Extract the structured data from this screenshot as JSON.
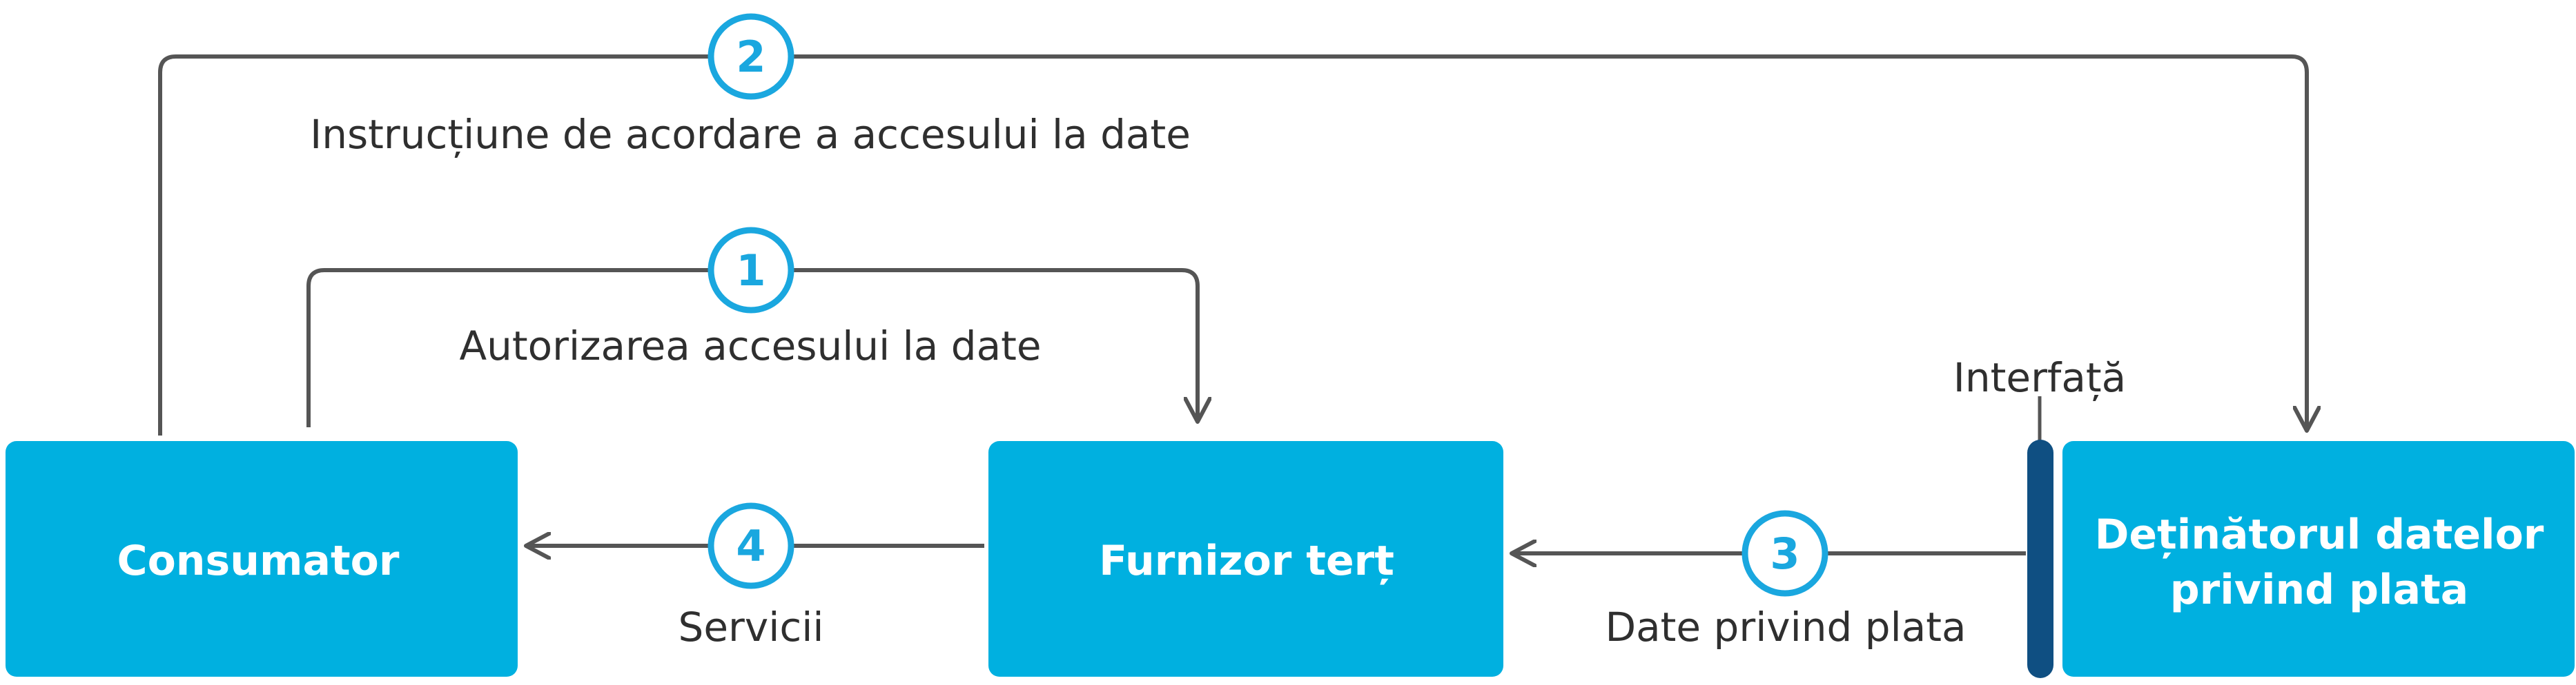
{
  "diagram": {
    "nodes": {
      "consumer": {
        "label": "Consumator"
      },
      "provider": {
        "label": "Furnizor terț"
      },
      "holder": {
        "label_line1": "Deținătorul datelor",
        "label_line2": "privind plata"
      }
    },
    "interface_label": "Interfață",
    "steps": [
      {
        "number": "1",
        "label": "Autorizarea accesului la date"
      },
      {
        "number": "2",
        "label": "Instrucțiune de acordare a accesului la date"
      },
      {
        "number": "3",
        "label": "Date privind plata"
      },
      {
        "number": "4",
        "label": "Servicii"
      }
    ],
    "colors": {
      "box": "#00b0e0",
      "interface_bar": "#0f4f82",
      "line": "#555555",
      "circle": "#1aa7df"
    }
  }
}
